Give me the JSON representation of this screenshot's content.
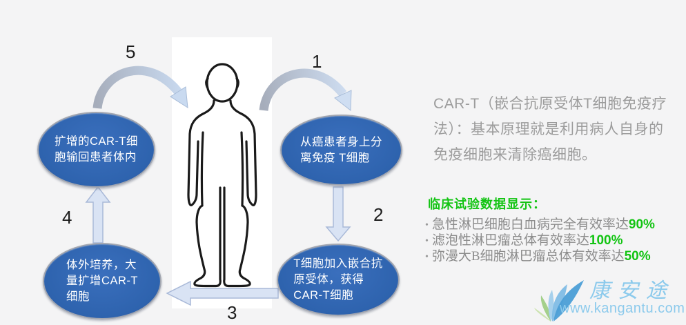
{
  "canvas": {
    "bg": "#f4f4f5",
    "panel_bg": "#ffffff"
  },
  "colors": {
    "ellipse_blue": "#2e63ae",
    "arrow_fill": "#d9e3f4",
    "arrow_border": "#a9b9d8",
    "curved_arrow_gray": "#a6adbb",
    "curved_arrow_blue": "#c9daf0",
    "green": "#12c412",
    "body_text_gray": "#9c9c9c",
    "bullet_gray": "#8c8c8c",
    "logo_blue": "#8ccaec"
  },
  "diagram": {
    "step_numbers": [
      "1",
      "2",
      "3",
      "4",
      "5"
    ],
    "ellipses": {
      "top_left": {
        "lines": [
          "扩增的CAR-T细",
          "胞输回患者体内"
        ]
      },
      "top_right": {
        "lines": [
          "从癌患者身上分",
          "离免疫 T细胞"
        ]
      },
      "bottom_left": {
        "lines": [
          "体外培养，大",
          "量扩增CAR-T",
          "细胞"
        ]
      },
      "bottom_right": {
        "lines": [
          "T细胞加入嵌合抗",
          "原受体，获得",
          "CAR-T细胞"
        ]
      }
    },
    "figure": "human-body-outline"
  },
  "intro": {
    "lines": [
      "CAR-T（嵌合抗原受体T细胞免疫疗",
      "法）：基本原理就是利用病人自身的",
      "免疫细胞来清除癌细胞。"
    ]
  },
  "clinical": {
    "heading": "临床试验数据显示：",
    "bullets": [
      {
        "text": "急性淋巴细胞白血病完全有效率达",
        "value": "90%"
      },
      {
        "text": "滤泡性淋巴瘤总体有效率达",
        "value": "100%"
      },
      {
        "text": "弥漫大B细胞淋巴瘤总体有效率达",
        "value": "50%"
      }
    ]
  },
  "watermark": {
    "name": "康安途",
    "url": "www.kangantu.com"
  }
}
